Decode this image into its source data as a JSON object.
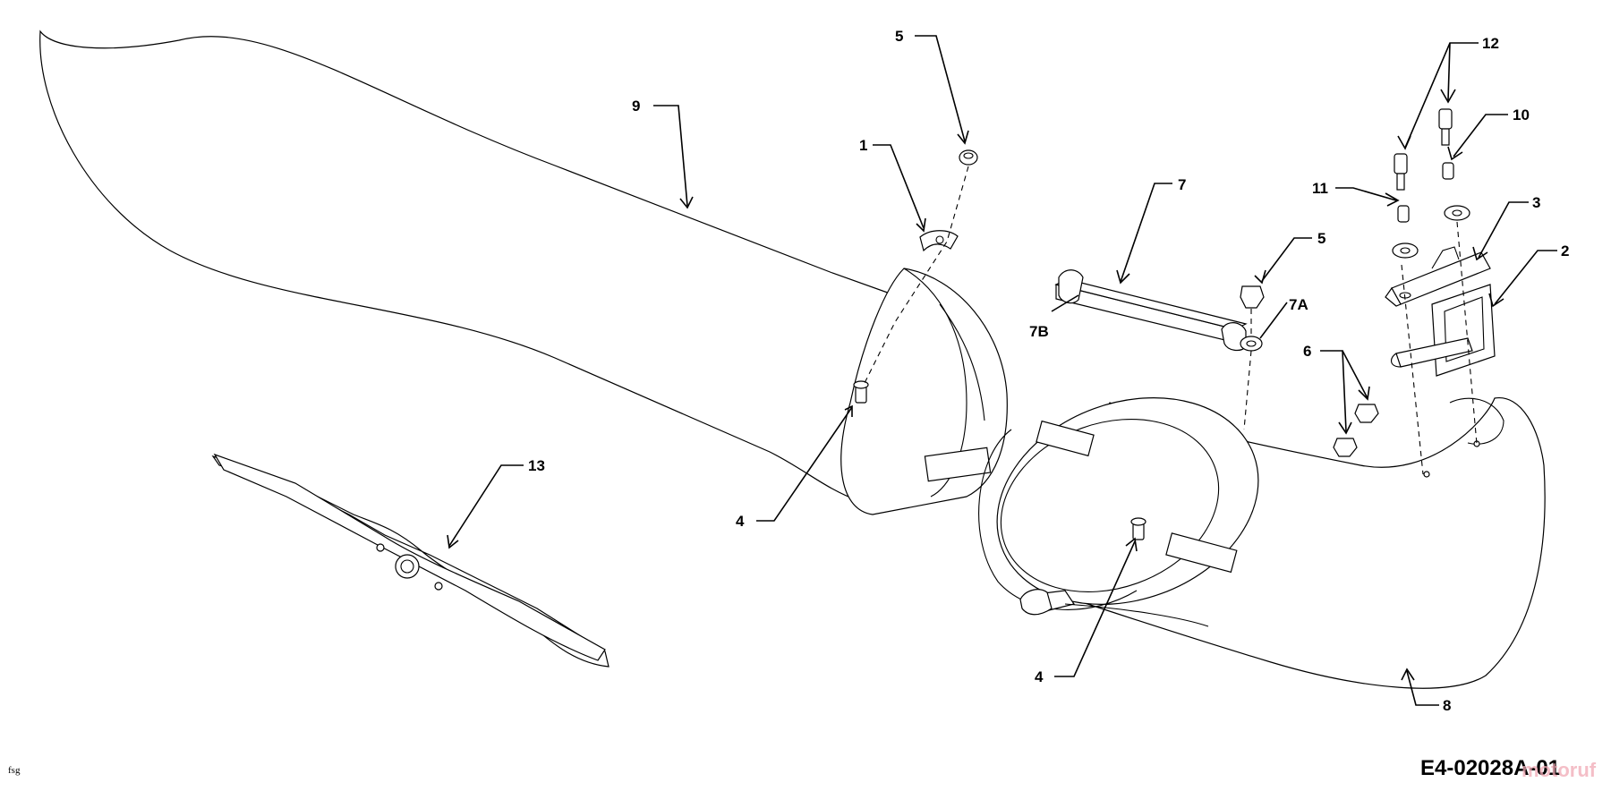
{
  "drawing_code": "E4-02028A-01",
  "corner_mark": "fsg",
  "watermark": "motoruf",
  "callouts": [
    {
      "id": "c9",
      "text": "9"
    },
    {
      "id": "c5a",
      "text": "5"
    },
    {
      "id": "c1",
      "text": "1"
    },
    {
      "id": "c4a",
      "text": "4"
    },
    {
      "id": "c13",
      "text": "13"
    },
    {
      "id": "c7",
      "text": "7"
    },
    {
      "id": "c7a",
      "text": "7A"
    },
    {
      "id": "c7b",
      "text": "7B"
    },
    {
      "id": "c5b",
      "text": "5"
    },
    {
      "id": "c12",
      "text": "12"
    },
    {
      "id": "c10",
      "text": "10"
    },
    {
      "id": "c11",
      "text": "11"
    },
    {
      "id": "c3",
      "text": "3"
    },
    {
      "id": "c2",
      "text": "2"
    },
    {
      "id": "c6",
      "text": "6"
    },
    {
      "id": "c4b",
      "text": "4"
    },
    {
      "id": "c8",
      "text": "8"
    }
  ]
}
